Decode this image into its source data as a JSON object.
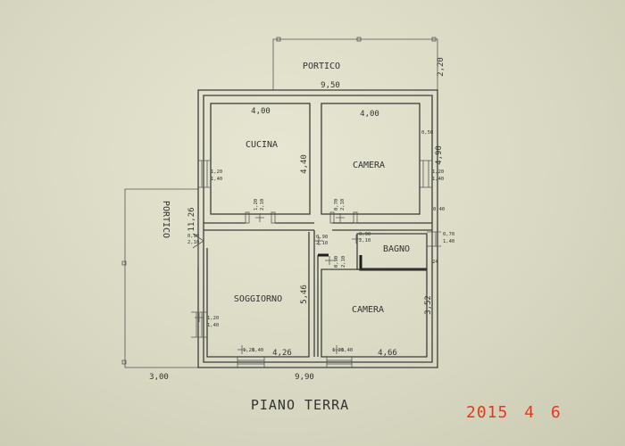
{
  "rooms": {
    "portico_top": "PORTICO",
    "portico_left": "PORTICO",
    "cucina": "CUCINA",
    "camera_top": "CAMERA",
    "bagno": "BAGNO",
    "soggiorno": "SOGGIORNO",
    "camera_bottom": "CAMERA"
  },
  "dimensions": {
    "portico_top_depth": "2,20",
    "house_width_top": "9,50",
    "cucina_width": "4,00",
    "camera_top_width": "4,00",
    "cucina_depth": "4,40",
    "camera_top_depth": "4,90",
    "small_050": "0,50",
    "small_040": "0,40",
    "portico_left_length": "11,26",
    "soggiorno_depth": "5,46",
    "camera_bottom_depth": "3,52",
    "soggiorno_width": "4,26",
    "camera_bottom_width": "4,66",
    "house_width_bottom": "9,90",
    "portico_left_width": "3,00",
    "bagno_side": "24"
  },
  "openings": {
    "cucina_window_a": "1,20",
    "cucina_window_b": "1,40",
    "camera_window_a": "1,20",
    "camera_window_b": "1,40",
    "cucina_door_a": "1,20",
    "cucina_door_b": "2,10",
    "camera_door_a": "0,70",
    "camera_door_b": "2,10",
    "sogg_entry_a": "0,90",
    "sogg_entry_b": "2,10",
    "hall_door_a": "0,90",
    "hall_door_b": "2,10",
    "bagno_door_a": "0,90",
    "bagno_door_b": "2,10",
    "bagno_window_a": "0,70",
    "bagno_window_b": "1,40",
    "camera2_door_a": "0,90",
    "camera2_door_b": "2,10",
    "sogg_window_a": "1,20",
    "sogg_window_b": "1,40",
    "sogg_bottom_a": "1,20",
    "sogg_bottom_b": "1,40",
    "cam2_bottom_a": "1,20",
    "cam2_bottom_b": "1,40"
  },
  "plan_title": "PIANO TERRA",
  "date_stamp": {
    "year": "2015",
    "month": "4",
    "day": "6"
  },
  "colors": {
    "paper": "#dcdcc8",
    "lines": "#3d3d3d",
    "stamp": "#e8361e"
  }
}
